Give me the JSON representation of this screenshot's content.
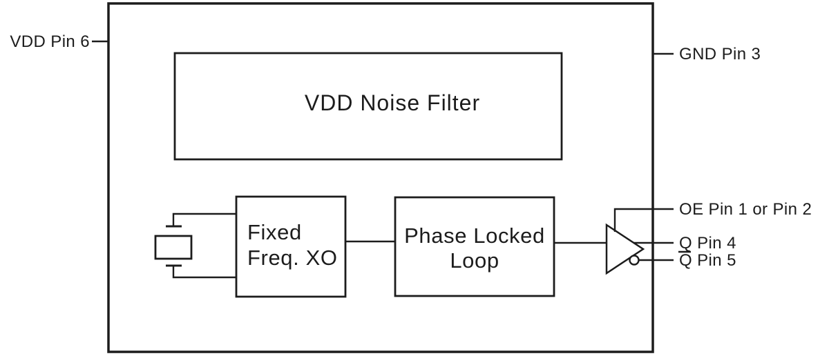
{
  "figure": {
    "kind": "oscillator-functional-block-diagram",
    "background_color": "#ffffff",
    "ink_color": "#1c1c1c"
  },
  "blocks": {
    "vdd_noise_filter": {
      "label": "VDD Noise Filter"
    },
    "fixed_freq_xo": {
      "line1": "Fixed",
      "line2": "Freq. XO"
    },
    "phase_locked_loop": {
      "line1": "Phase Locked",
      "line2": "Loop"
    }
  },
  "pins": {
    "vdd": {
      "label": "VDD Pin 6",
      "side": "left"
    },
    "gnd": {
      "label": "GND Pin 3",
      "side": "right"
    },
    "oe": {
      "label": "OE Pin 1 or Pin 2",
      "side": "right"
    },
    "q": {
      "label": "Q Pin 4",
      "side": "right"
    },
    "qbar": {
      "label": "Q Pin 5",
      "overline_over_q": true,
      "side": "right"
    }
  },
  "symbols": {
    "crystal": "crystal-resonator",
    "output_buffer": "output-buffer-triangle",
    "bubble": "inverting-output-bubble"
  }
}
